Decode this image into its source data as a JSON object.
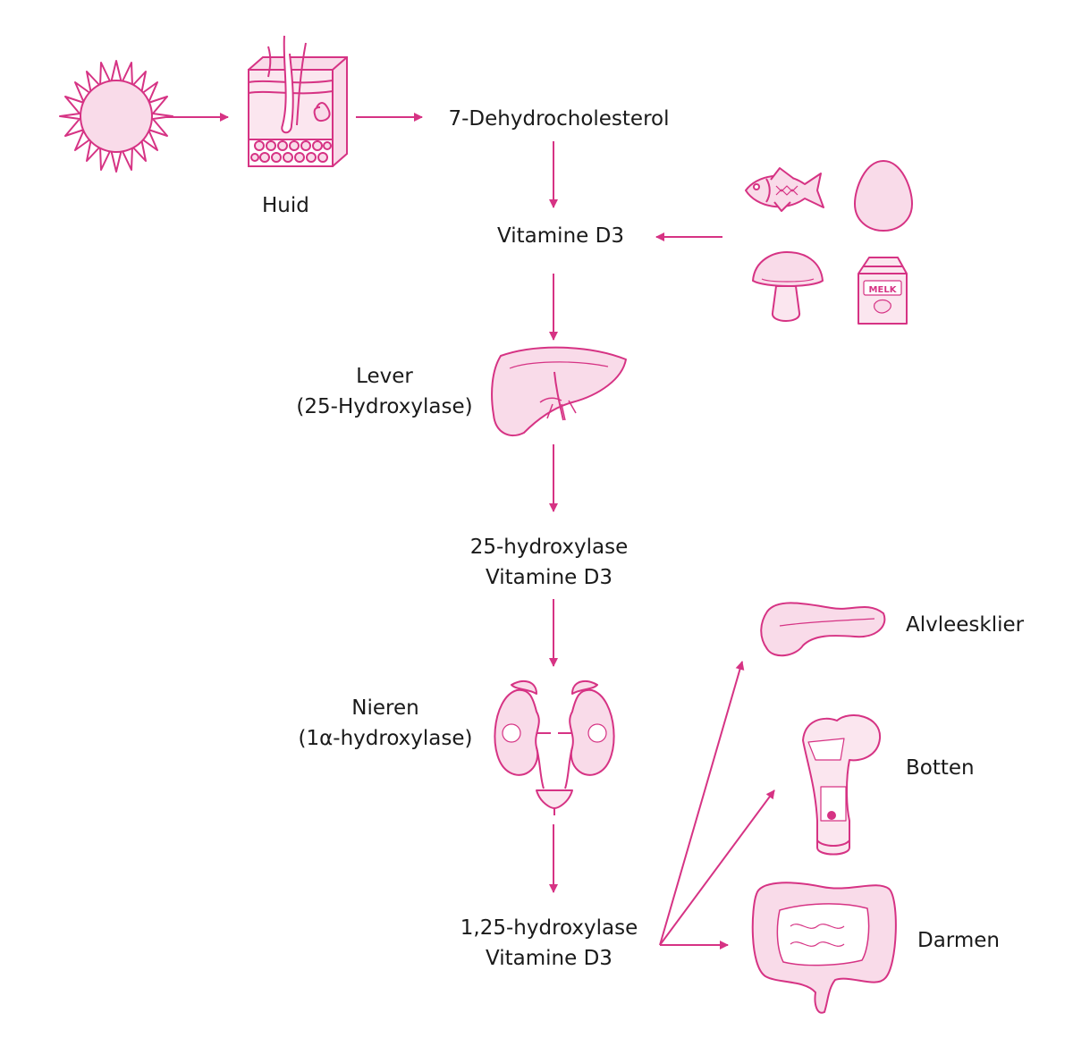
{
  "accent_color": "#d63384",
  "fill_color": "#f9dbe9",
  "labels": {
    "skin": "Huid",
    "dehydro": "7-Dehydrocholesterol",
    "vitd3": "Vitamine D3",
    "liver": {
      "line1": "Lever",
      "line2": "(25-Hydroxylase)"
    },
    "hydroxy25": {
      "line1": "25-hydroxylase",
      "line2": "Vitamine D3"
    },
    "kidney": {
      "line1": "Nieren",
      "line2": "(1α-hydroxylase)"
    },
    "hydroxy125": {
      "line1": "1,25-hydroxylase",
      "line2": "Vitamine D3"
    },
    "pancreas": "Alvleesklier",
    "bones": "Botten",
    "intestines": "Darmen",
    "milk_carton": "MELK"
  },
  "icons": [
    "sun-icon",
    "skin-icon",
    "fish-icon",
    "egg-icon",
    "mushroom-icon",
    "milk-icon",
    "liver-icon",
    "kidney-icon",
    "pancreas-icon",
    "bone-icon",
    "intestine-icon"
  ]
}
